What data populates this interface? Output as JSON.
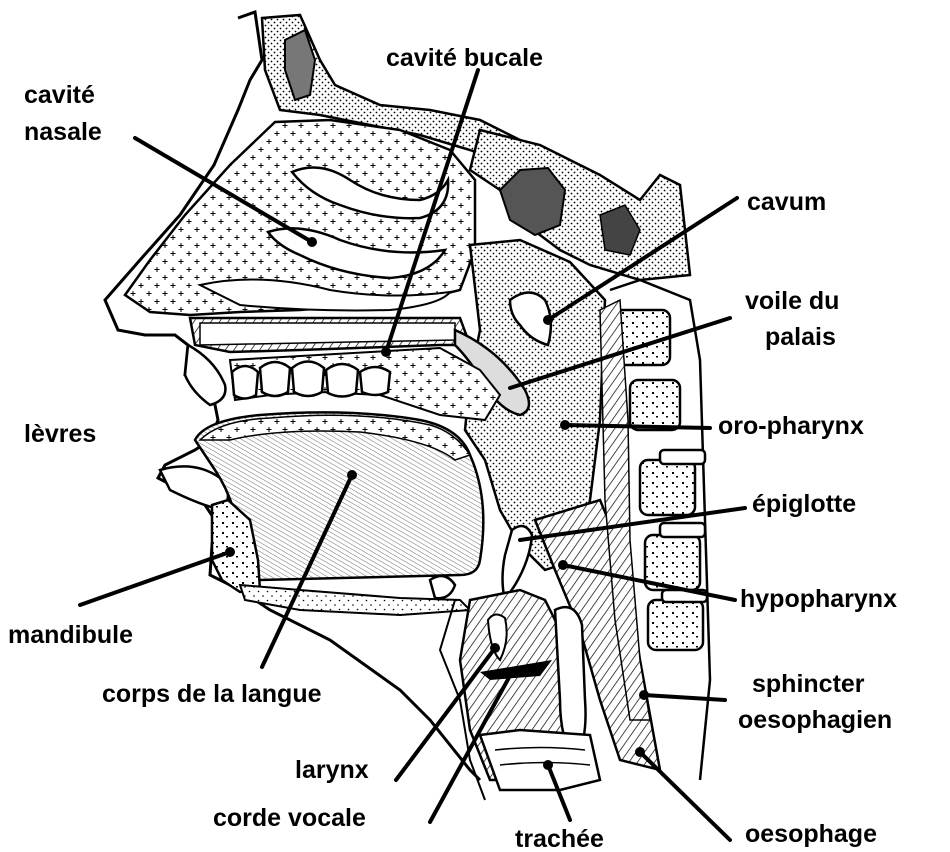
{
  "labels": {
    "cavite_nasale_1": "cavité",
    "cavite_nasale_2": "nasale",
    "cavite_buccale": "cavité bucale",
    "cavum": "cavum",
    "voile_1": "voile du",
    "voile_2": "palais",
    "oropharynx": "oro-pharynx",
    "levres": "lèvres",
    "epiglotte": "épiglotte",
    "hypopharynx": "hypopharynx",
    "mandibule": "mandibule",
    "corps_langue": "corps de la langue",
    "sphincter_1": "sphincter",
    "sphincter_2": "oesophagien",
    "larynx": "larynx",
    "corde_vocale": "corde vocale",
    "oesophage": "oesophage",
    "trachee": "trachée"
  }
}
